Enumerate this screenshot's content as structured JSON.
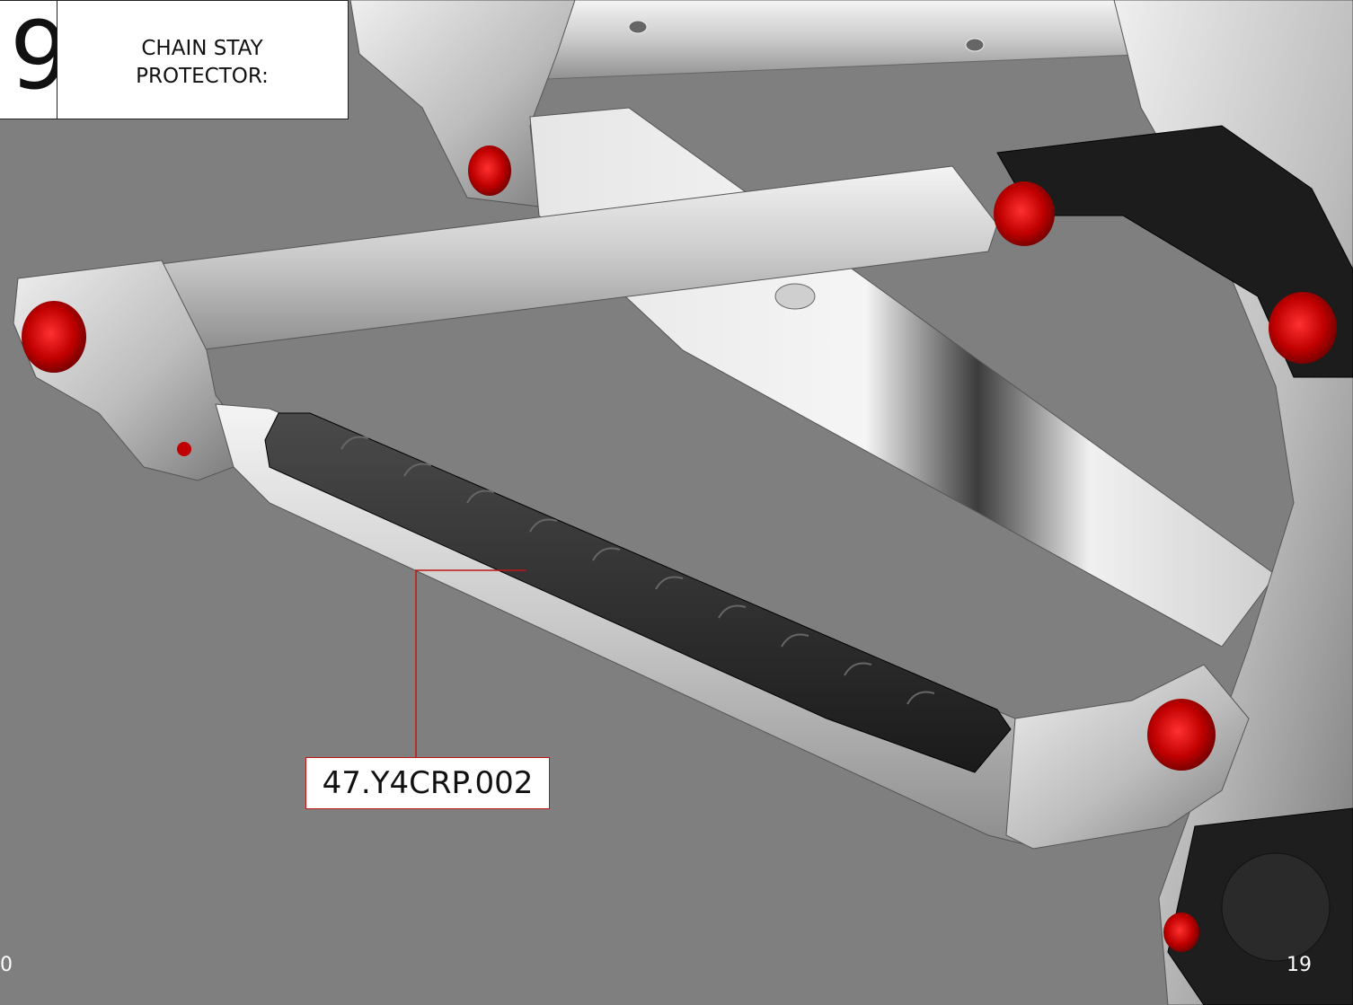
{
  "step": {
    "number": "9",
    "title": "CHAIN STAY\nPROTECTOR:"
  },
  "part_number": "47.Y4CRP.002",
  "page_numbers": {
    "left": "0",
    "right": "19"
  },
  "colors": {
    "background": "#7f7f7f",
    "accent": "#c01616",
    "protector": "#262626",
    "frame": "#d8d8d8"
  }
}
